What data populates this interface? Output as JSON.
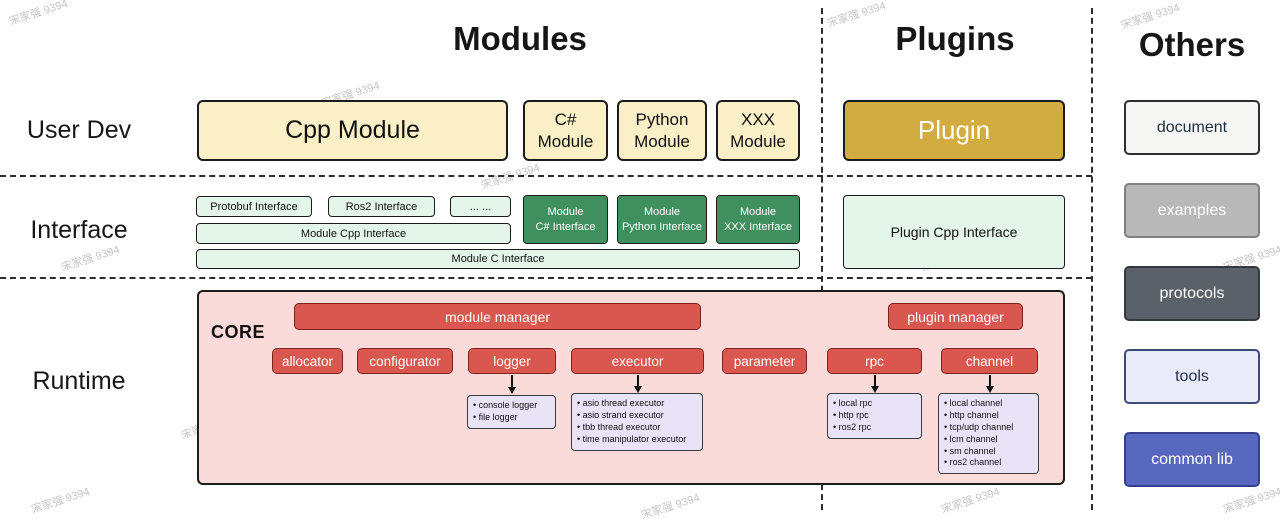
{
  "watermark": {
    "text": "宋家强 9394"
  },
  "headers": {
    "modules": "Modules",
    "plugins": "Plugins",
    "others": "Others"
  },
  "row_labels": {
    "user_dev": "User Dev",
    "interface": "Interface",
    "runtime": "Runtime"
  },
  "user_dev": {
    "cpp_module": "Cpp Module",
    "csharp_module": "C# Module",
    "python_module": "Python Module",
    "xxx_module": "XXX Module",
    "plugin": "Plugin"
  },
  "interface": {
    "protobuf_interface": "Protobuf Interface",
    "ros2_interface": "Ros2 Interface",
    "ellipsis": "... ...",
    "module_cpp_interface": "Module Cpp Interface",
    "module_c_interface": "Module C Interface",
    "module_csharp_interface": {
      "line1": "Module",
      "line2": "C# Interface"
    },
    "module_python_interface": {
      "line1": "Module",
      "line2": "Python Interface"
    },
    "module_xxx_interface": {
      "line1": "Module",
      "line2": "XXX Interface"
    },
    "plugin_cpp_interface": "Plugin Cpp Interface"
  },
  "runtime": {
    "core_label": "CORE",
    "module_manager": "module manager",
    "plugin_manager": "plugin manager",
    "components": [
      "allocator",
      "configurator",
      "logger",
      "executor",
      "parameter",
      "rpc",
      "channel"
    ],
    "logger_items": [
      "console logger",
      "file logger"
    ],
    "executor_items": [
      "asio thread executor",
      "asio strand executor",
      "tbb thread executor",
      "time manipulator executor"
    ],
    "rpc_items": [
      "local rpc",
      "http rpc",
      "ros2 rpc"
    ],
    "channel_items": [
      "local channel",
      "http channel",
      "tcp/udp channel",
      "lcm channel",
      "sm channel",
      "ros2 channel"
    ]
  },
  "others": {
    "document": "document",
    "examples": "examples",
    "protocols": "protocols",
    "tools": "tools",
    "common_lib": "common lib"
  },
  "colors": {
    "module_fill": "#FAEFC7",
    "plugin_fill": "#D2AB41",
    "interface_light_fill": "#E4F5E9",
    "interface_dark_fill": "#40905F",
    "runtime_fill": "#FBDADA",
    "core_component_fill": "#D9574F",
    "detail_list_fill": "#E9E3F7",
    "common_lib_fill": "#5968BF",
    "protocols_fill": "#5A6168"
  }
}
